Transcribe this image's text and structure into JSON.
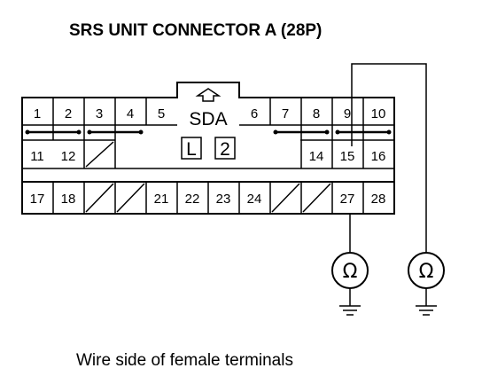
{
  "title": "SRS UNIT CONNECTOR A (28P)",
  "caption": "Wire side of female terminals",
  "connector": {
    "lock_label": "SDA",
    "key_labels": [
      "L",
      "2"
    ],
    "pins": [
      {
        "label": "1"
      },
      {
        "label": "2"
      },
      {
        "label": "3"
      },
      {
        "label": "4"
      },
      {
        "label": "5"
      },
      {
        "label": "6"
      },
      {
        "label": "7"
      },
      {
        "label": "8"
      },
      {
        "label": "9"
      },
      {
        "label": "10"
      },
      {
        "label": "11"
      },
      {
        "label": "12"
      },
      {
        "label": "14"
      },
      {
        "label": "15"
      },
      {
        "label": "16"
      },
      {
        "label": "17"
      },
      {
        "label": "18"
      },
      {
        "label": "21"
      },
      {
        "label": "22"
      },
      {
        "label": "23"
      },
      {
        "label": "24"
      },
      {
        "label": "27"
      },
      {
        "label": "28"
      }
    ]
  },
  "meters": [
    {
      "symbol": "Ω",
      "probe_terminals": [
        "27"
      ]
    },
    {
      "symbol": "Ω",
      "probe_terminals": [
        "15"
      ]
    }
  ]
}
